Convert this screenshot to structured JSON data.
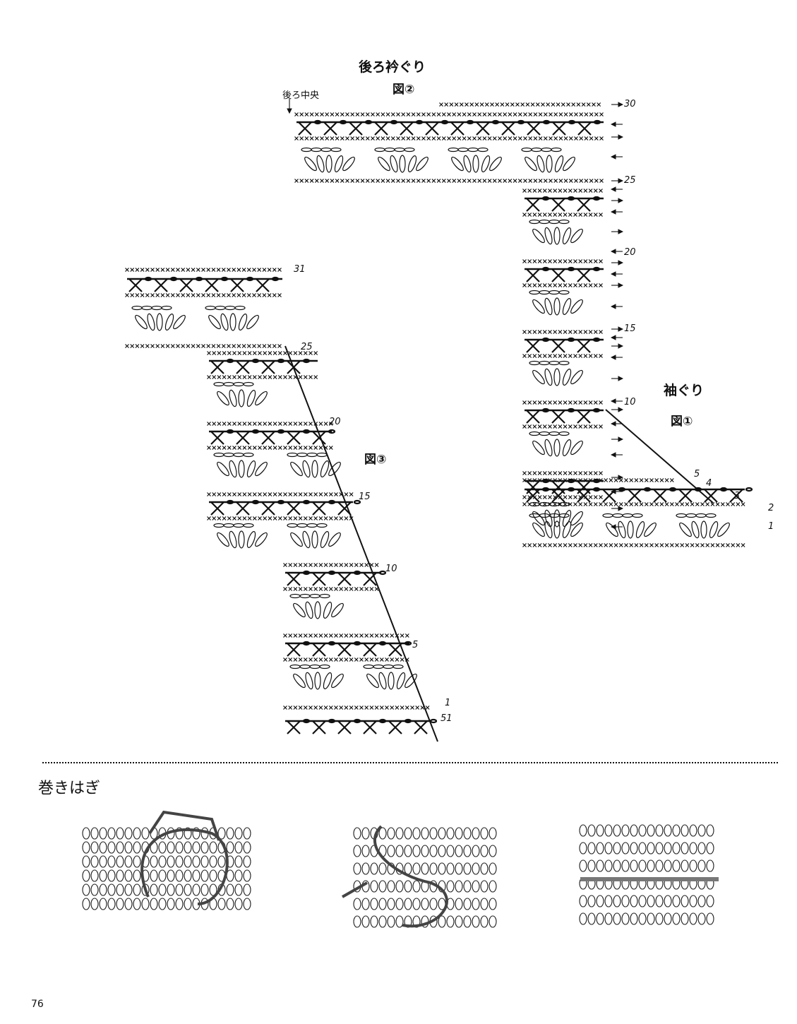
{
  "back_neck": {
    "title": "後ろ衿ぐり",
    "figure": "図②",
    "center_label": "後ろ中央"
  },
  "armhole": {
    "title": "袖ぐり",
    "figure": "図①"
  },
  "front_neck": {
    "title": "前衿ぐり",
    "figure": "図③"
  },
  "row_numbers": {
    "back": [
      "30",
      "25",
      "20",
      "15",
      "10",
      "5",
      "4",
      "3",
      "2",
      "1"
    ],
    "front": [
      "31",
      "25",
      "20",
      "15",
      "10",
      "5",
      "1",
      "51"
    ]
  },
  "section_title": "巻きはぎ",
  "page_number": "76",
  "icons": [
    "arrow-right-icon",
    "arrow-left-icon",
    "down-arrow-icon"
  ]
}
